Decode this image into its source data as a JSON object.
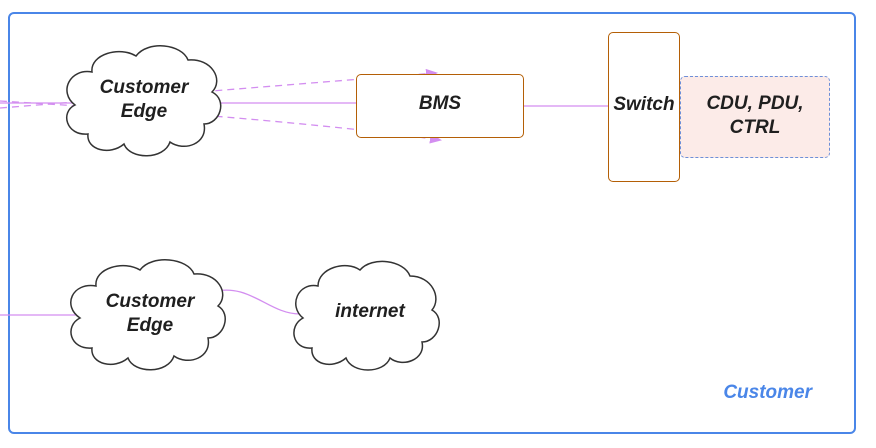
{
  "group": {
    "label": "Customer",
    "border_color": "#4a86e8"
  },
  "nodes": {
    "customer_edge_top": "Customer\nEdge",
    "customer_edge_bottom": "Customer\nEdge",
    "internet": "internet",
    "bms": "BMS",
    "switch": "Switch",
    "cdu_pdu_ctrl": "CDU, PDU,\nCTRL"
  },
  "colors": {
    "box_border": "#b45f06",
    "link": "#d38ef0",
    "cdu_fill": "#fcebe8",
    "cdu_border": "#6d8fd8"
  }
}
